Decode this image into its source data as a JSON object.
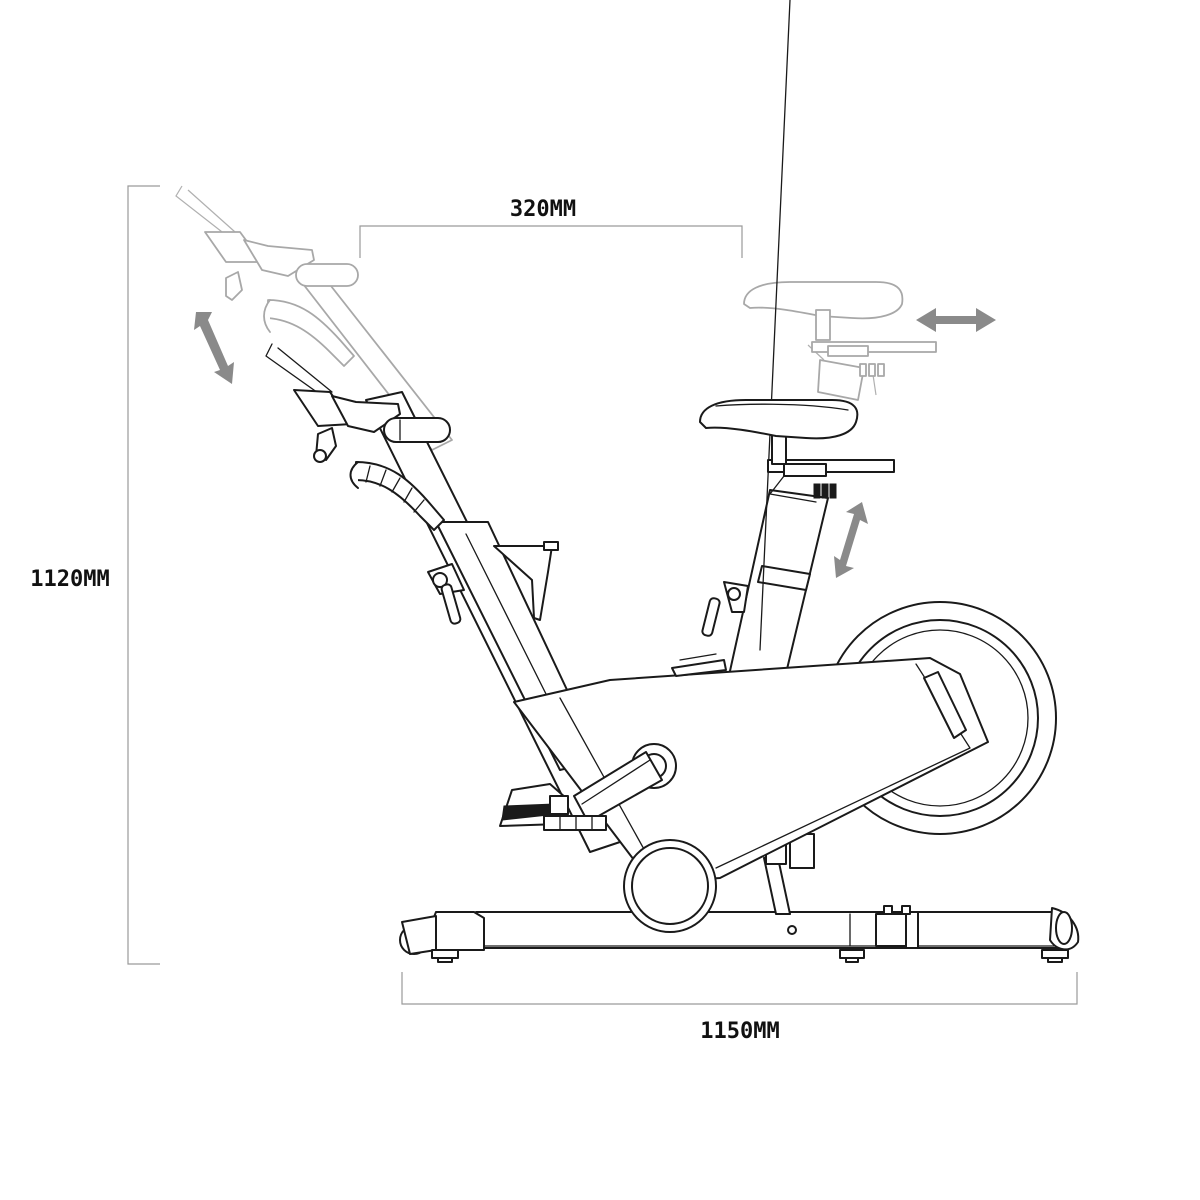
{
  "dimensions": {
    "depth_label": "320MM",
    "height_label": "1120MM",
    "length_label": "1150MM"
  },
  "colors": {
    "line": "#1a1a1a",
    "ghost_line": "#a8a8a8",
    "dimension_line": "#9a9a9a",
    "arrow": "#8a8a8a",
    "background": "#ffffff"
  },
  "icons": {
    "handlebar_adjust": "double-arrow-diagonal-icon",
    "saddle_horizontal_adjust": "double-arrow-horizontal-icon",
    "saddle_vertical_adjust": "double-arrow-diagonal-icon"
  }
}
